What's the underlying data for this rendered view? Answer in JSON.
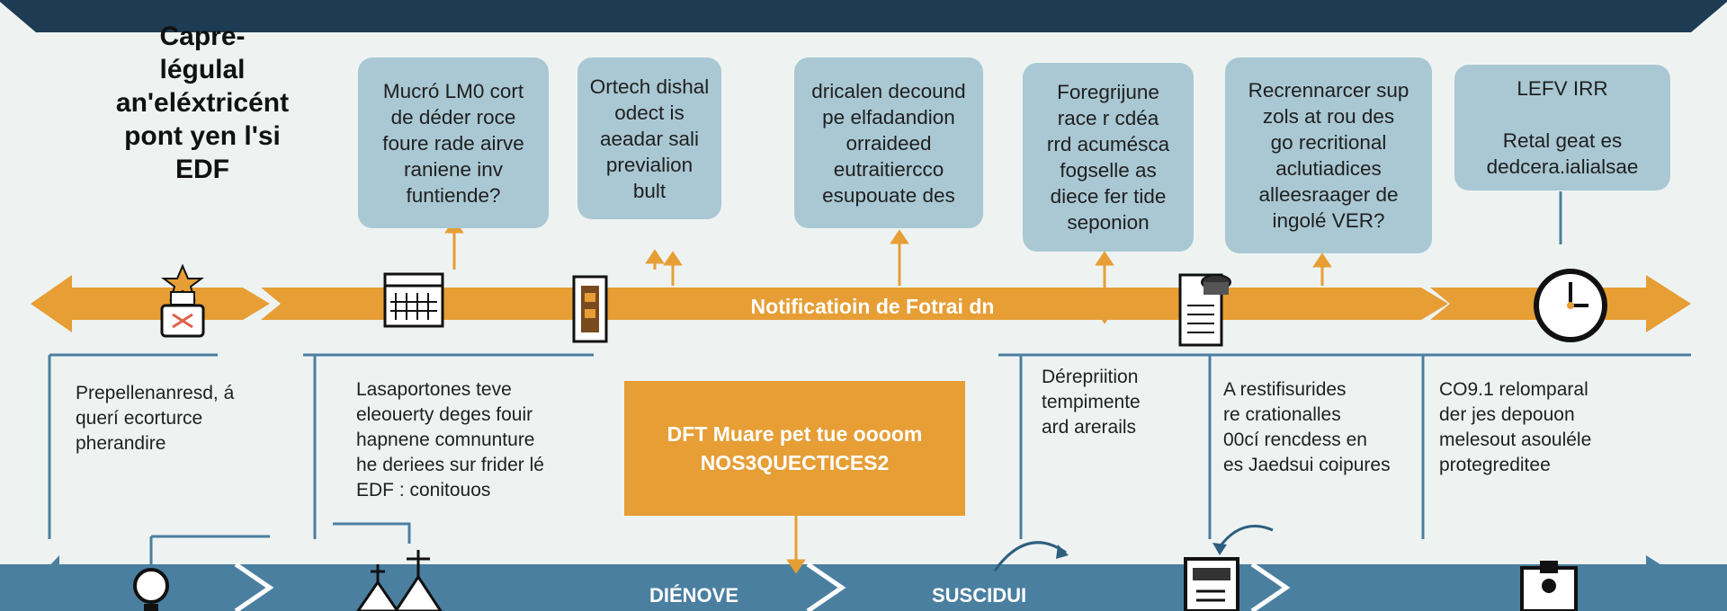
{
  "title_left": "Capre-\nlégulal\nan'eléxtricént\npont  yen l'si\nEDF",
  "top_boxes": [
    "Mucró LM0 cort\nde déder roce\nfoure rade airve\nraniene inv\nfuntiende?",
    "Ortech dishal\nodect is\naeadar sali\nprevialion\nbult",
    "dricalen decound\npe elfadandion\norraideed\neutraitiercco\nesupouate des",
    "Foregrijune\nrace r cdéa\nrrd acumésca\nfogselle as\ndiece fer tide\nseponion",
    "Recrennarcer sup\nzols at rou des\ngo recritional\naclutiadices\nalleesraager de\ningolé VER?",
    "LEFV IRR\n\nRetal geat es\ndedcera.ialialsae"
  ],
  "band_label": "Notificatioin de Fotrai dn",
  "lower_texts": [
    "Prepellenanresd, á\nquerí ecorturce\npherandire",
    "Lasaportones teve\neleouerty deges fouir\nhapnene comnunture\nhe deriees sur frider lé\nEDF : conitouos",
    "Dérepriition\ntempimente\nard arerails",
    "A restifisurides\nre crationalles\n00cí rencdess en\nes Jaedsui coipures",
    "CO9.1 relomparal\nder jes depouon\nmelesout asouléle\nprotegreditee"
  ],
  "orange_box_text": "DFT Muare pet tue oooom\nNOS3QUECTICES2",
  "bottom_labels": [
    "DIÉNOVE",
    "SUSCIDUI"
  ],
  "colors": {
    "navy": "#1e3b54",
    "orange": "#e69e35",
    "light_blue_box": "#a9c8d3",
    "teal_band": "#4a7fa0",
    "background": "#eef3f2"
  },
  "icons": [
    "star-trophy-icon",
    "calendar-icon",
    "film-icon",
    "document-stamp-icon",
    "clock-icon",
    "lightbulb-icon",
    "people-icon",
    "monitor-icon",
    "clipboard-icon",
    "curved-arrow-icon"
  ]
}
